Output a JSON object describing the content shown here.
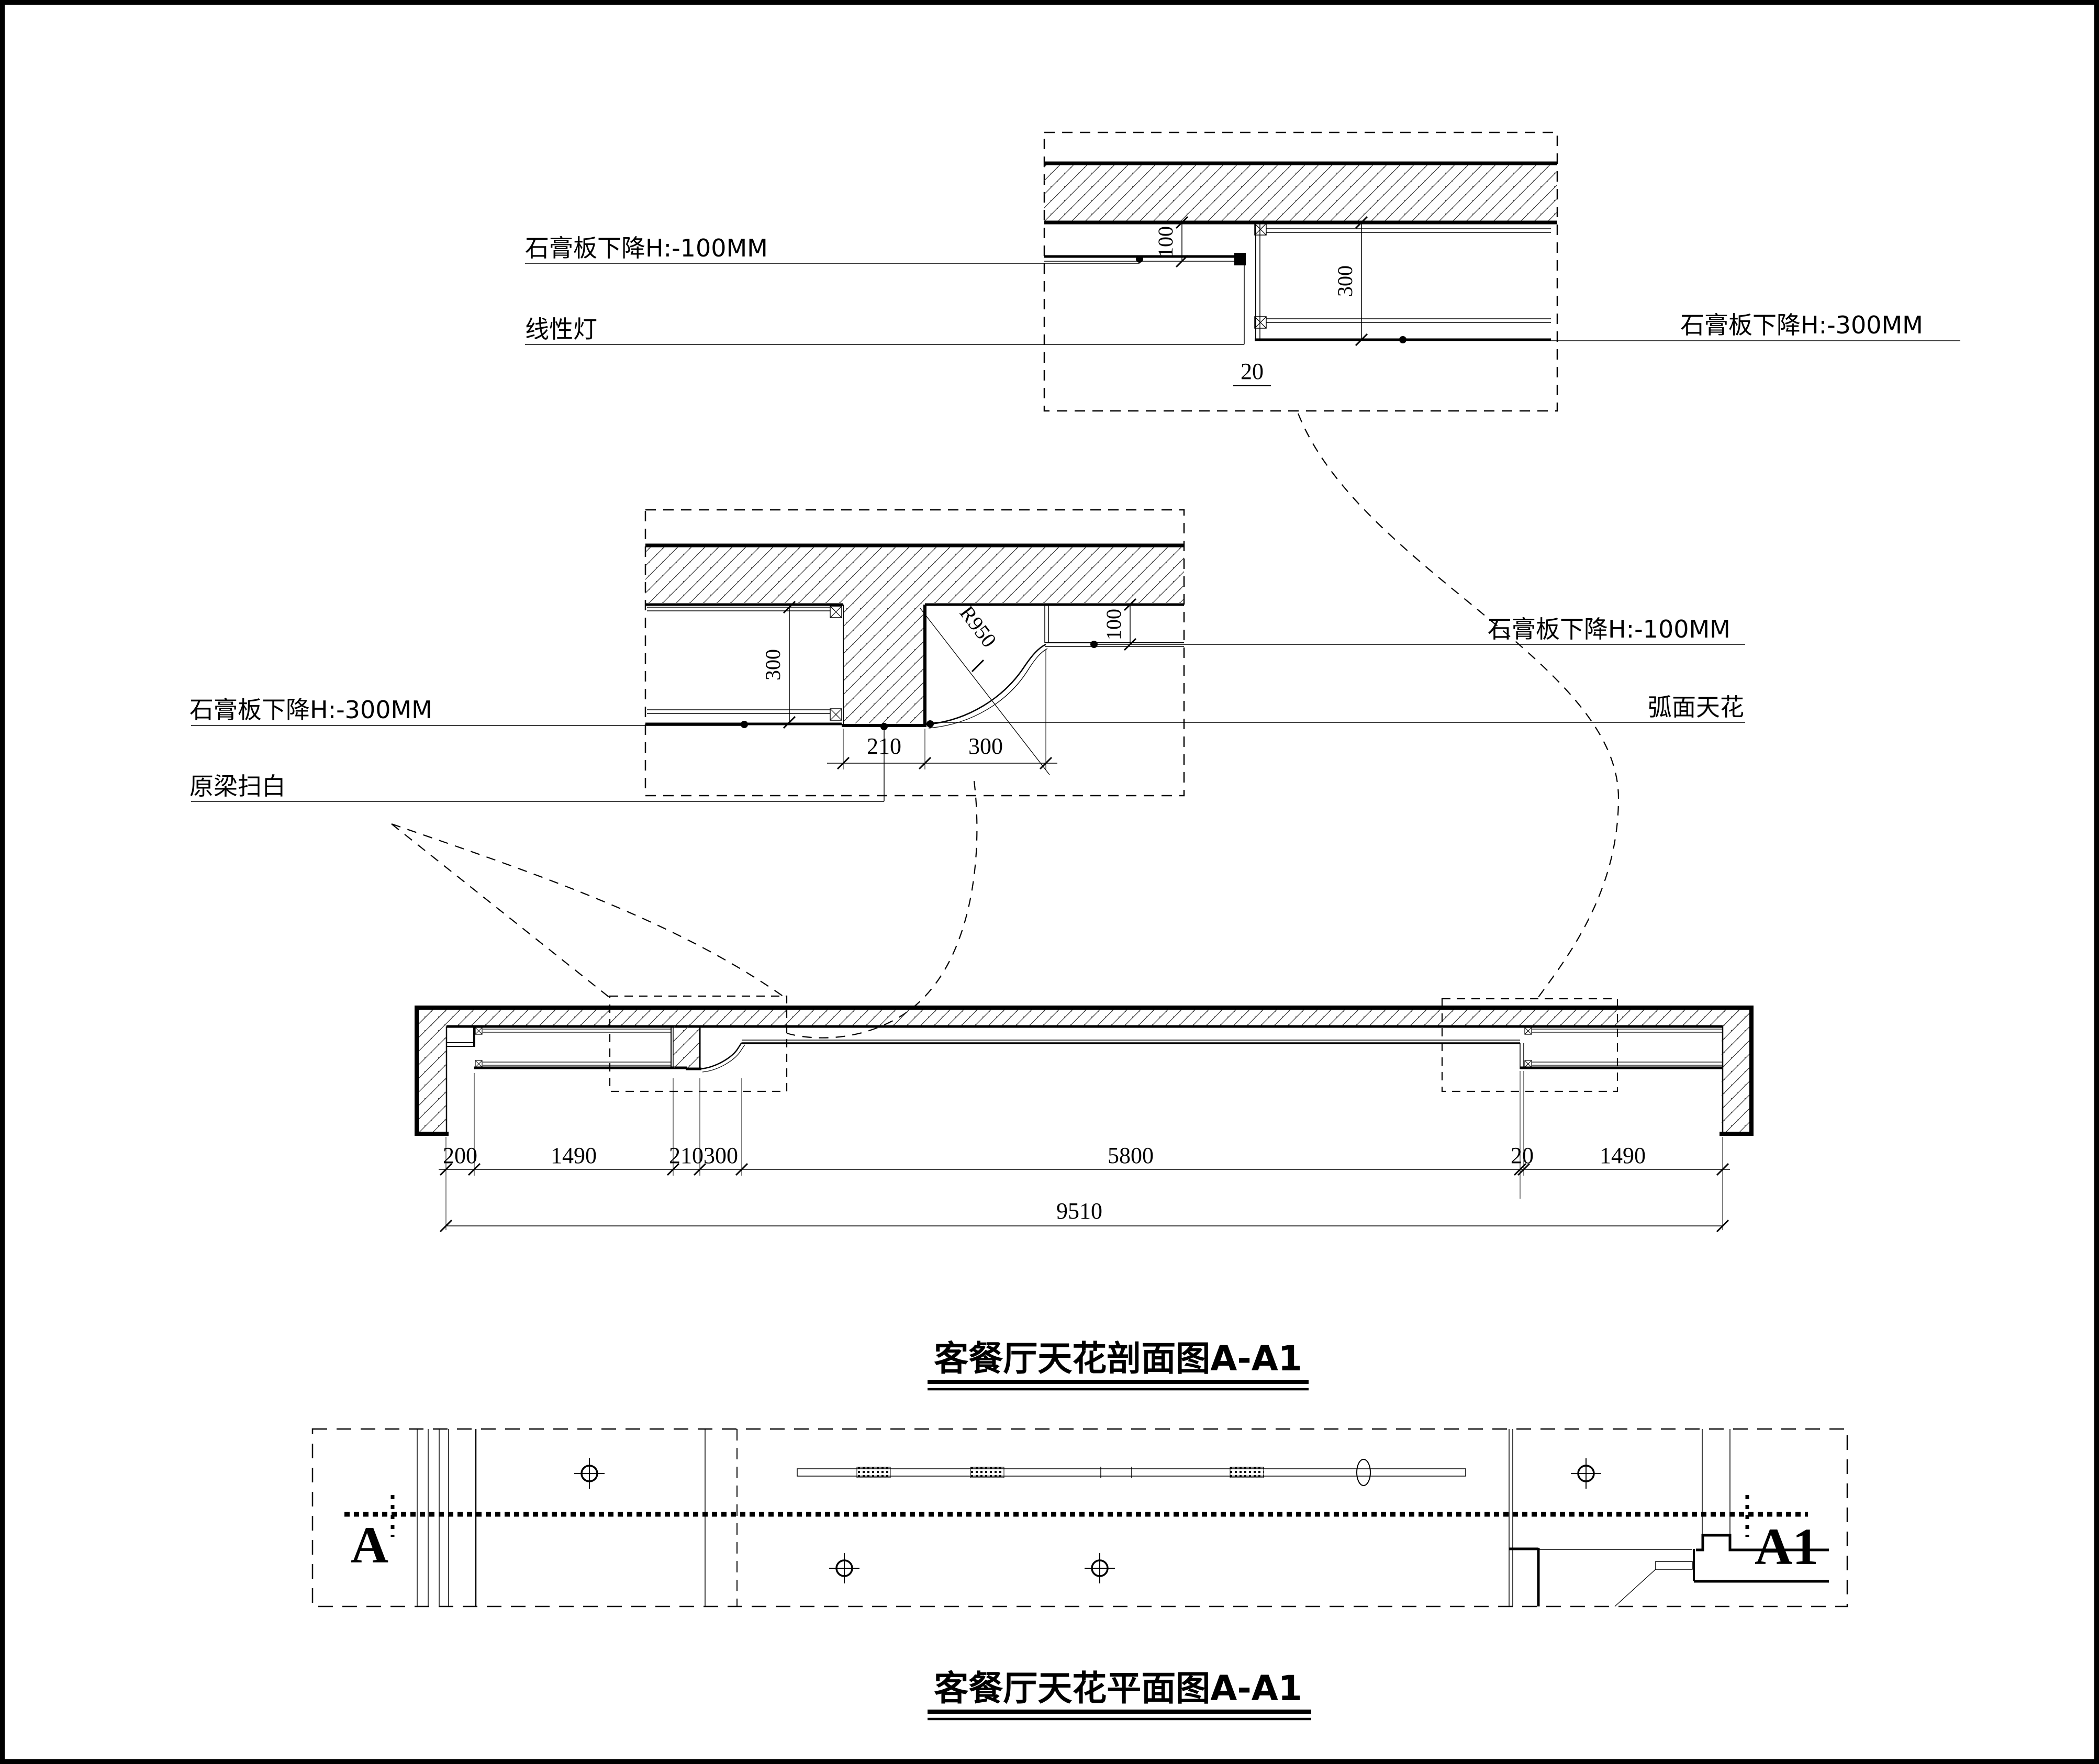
{
  "page": {
    "background": "#ffffff",
    "line_color": "#000000"
  },
  "top_detail": {
    "label_gypsum_down_100": "石膏板下降H:-100MM",
    "label_linear_light": "线性灯",
    "label_gypsum_down_300": "石膏板下降H:-300MM",
    "dim_100": "100",
    "dim_300": "300",
    "dim_20": "20"
  },
  "mid_detail": {
    "label_gypsum_down_300": "石膏板下降H:-300MM",
    "label_beam_paint_white": "原梁扫白",
    "label_gypsum_down_100": "石膏板下降H:-100MM",
    "label_curved_ceiling": "弧面天花",
    "dim_300": "300",
    "dim_100": "100",
    "dim_r950": "R950",
    "dim_210": "210",
    "dim_300b": "300"
  },
  "section": {
    "title": "客餐厅天花剖面图A-A1",
    "dims": [
      "200",
      "1490",
      "210",
      "300",
      "5800",
      "20",
      "1490"
    ],
    "total_dim": "9510"
  },
  "plan": {
    "title": "客餐厅天花平面图A-A1",
    "marker_a": "A",
    "marker_a1": "A1"
  }
}
